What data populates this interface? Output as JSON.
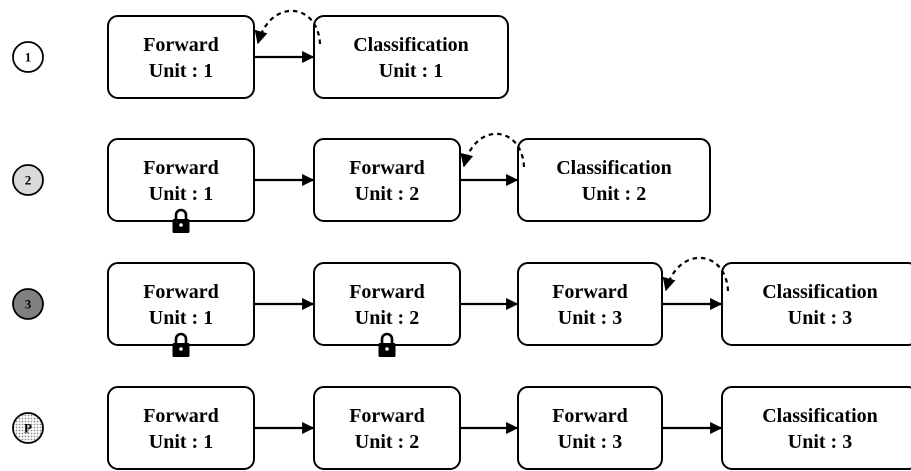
{
  "rows": [
    {
      "stage_label": "1",
      "stage_fill": "#ffffff",
      "boxes": [
        {
          "line1": "Forward",
          "line2": "Unit : 1",
          "locked": false
        },
        {
          "line1": "Classification",
          "line2": "Unit : 1",
          "locked": false
        }
      ],
      "feedback_loop_between": [
        0,
        1
      ]
    },
    {
      "stage_label": "2",
      "stage_fill": "#d9d9d9",
      "boxes": [
        {
          "line1": "Forward",
          "line2": "Unit : 1",
          "locked": true
        },
        {
          "line1": "Forward",
          "line2": "Unit : 2",
          "locked": false
        },
        {
          "line1": "Classification",
          "line2": "Unit : 2",
          "locked": false
        }
      ],
      "feedback_loop_between": [
        1,
        2
      ]
    },
    {
      "stage_label": "3",
      "stage_fill": "#808080",
      "boxes": [
        {
          "line1": "Forward",
          "line2": "Unit : 1",
          "locked": true
        },
        {
          "line1": "Forward",
          "line2": "Unit : 2",
          "locked": true
        },
        {
          "line1": "Forward",
          "line2": "Unit : 3",
          "locked": false
        },
        {
          "line1": "Classification",
          "line2": "Unit : 3",
          "locked": false
        }
      ],
      "feedback_loop_between": [
        2,
        3
      ]
    },
    {
      "stage_label": "P",
      "stage_fill": "dotted",
      "boxes": [
        {
          "line1": "Forward",
          "line2": "Unit : 1",
          "locked": false
        },
        {
          "line1": "Forward",
          "line2": "Unit : 2",
          "locked": false
        },
        {
          "line1": "Forward",
          "line2": "Unit : 3",
          "locked": false
        },
        {
          "line1": "Classification",
          "line2": "Unit : 3",
          "locked": false
        }
      ],
      "feedback_loop_between": null
    }
  ],
  "icons": {
    "lock": "lock-icon"
  },
  "colors": {
    "stroke": "#000000",
    "dotted_fill": "#c8c8c8"
  }
}
